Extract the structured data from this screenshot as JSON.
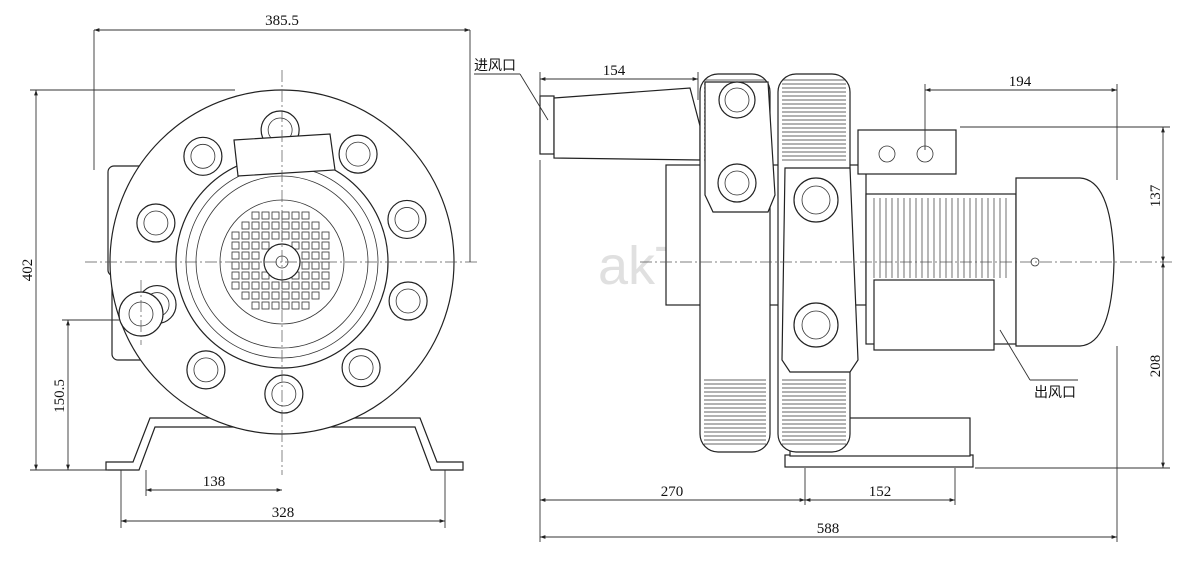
{
  "drawing": {
    "watermark": "akTech",
    "front_view": {
      "dim_total_width": "385.5",
      "dim_total_height": "402",
      "dim_center_height": "150.5",
      "dim_half_base": "138",
      "dim_base_width": "328"
    },
    "side_view": {
      "dim_inlet_offset": "154",
      "dim_motor_length": "194",
      "dim_upper_height": "137",
      "dim_lower_height": "208",
      "dim_front_to_foot": "270",
      "dim_foot_width": "152",
      "dim_total_length": "588",
      "label_inlet": "进风口",
      "label_outlet": "出风口"
    }
  },
  "colors": {
    "line": "#222222",
    "watermark": "#c8c8c8"
  }
}
